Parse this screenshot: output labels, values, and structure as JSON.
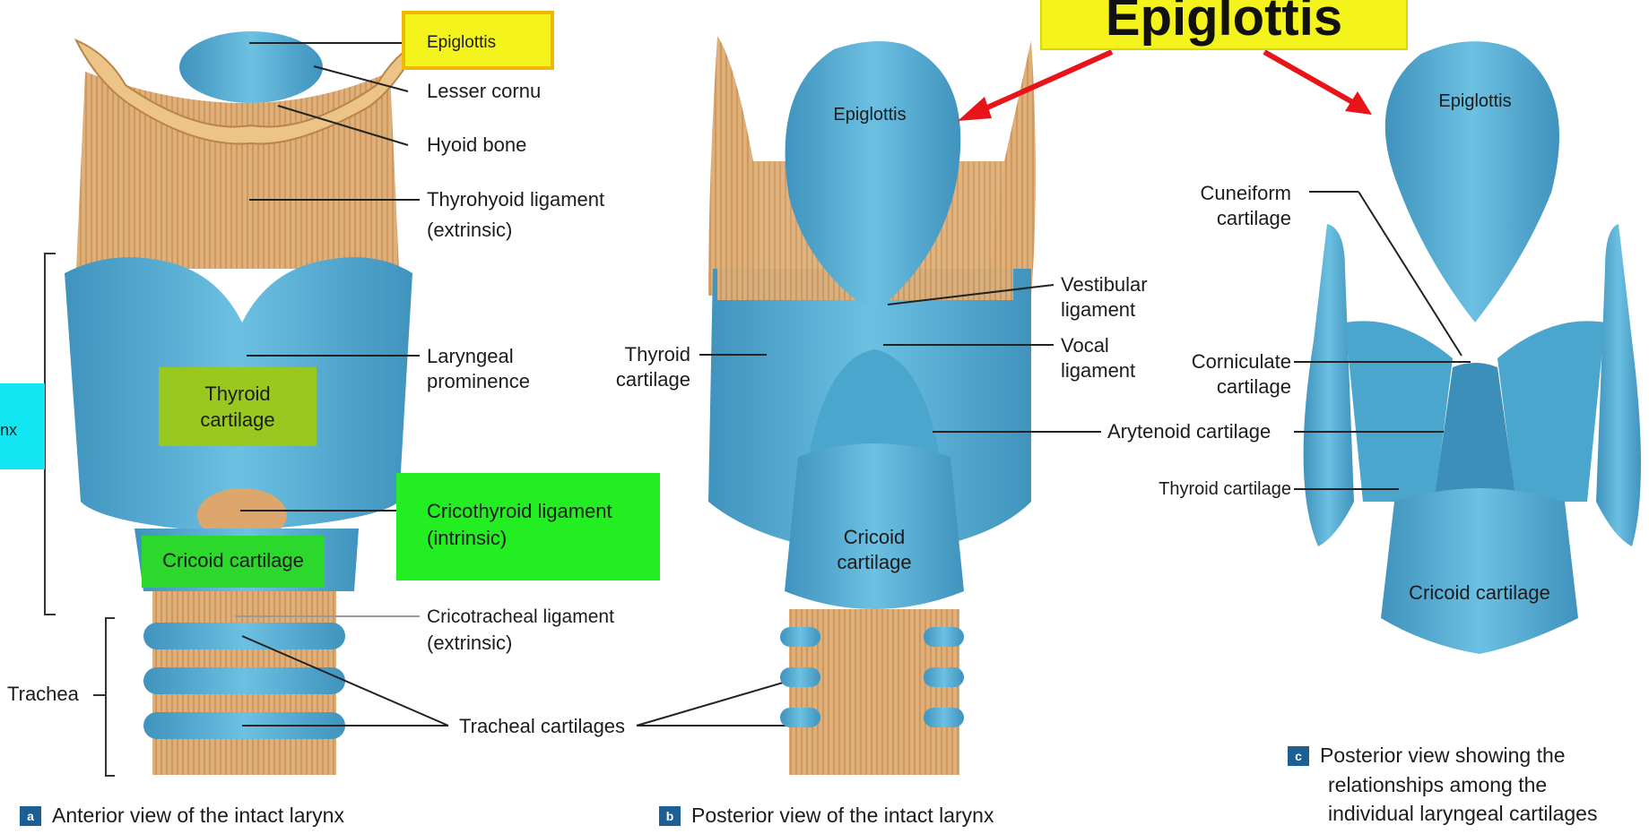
{
  "title": "Epiglottis",
  "panels": [
    {
      "letter": "a",
      "caption": "Anterior view of the intact larynx"
    },
    {
      "letter": "b",
      "caption": "Posterior view of the intact larynx"
    },
    {
      "letter": "c",
      "caption_lines": [
        "Posterior view showing the",
        "relationships among the",
        "individual laryngeal cartilages"
      ]
    }
  ],
  "labels_a": {
    "epiglottis": "Epiglottis",
    "lesser_cornu": "Lesser cornu",
    "hyoid_bone": "Hyoid bone",
    "thyrohyoid_1": "Thyrohyoid ligament",
    "thyrohyoid_2": "(extrinsic)",
    "laryngeal_1": "Laryngeal",
    "laryngeal_2": "prominence",
    "thyroid_1": "Thyroid",
    "thyroid_2": "cartilage",
    "cricothyroid_1": "Cricothyroid ligament",
    "cricothyroid_2": "(intrinsic)",
    "cricoid": "Cricoid cartilage",
    "cricotracheal_1": "Cricotracheal ligament",
    "cricotracheal_2": "(extrinsic)",
    "larynx_partial": "nx",
    "trachea": "Trachea",
    "tracheal_cartilages": "Tracheal cartilages"
  },
  "labels_b": {
    "epiglottis": "Epiglottis",
    "thyroid_1": "Thyroid",
    "thyroid_2": "cartilage",
    "vestibular_1": "Vestibular",
    "vestibular_2": "ligament",
    "vocal_1": "Vocal",
    "vocal_2": "ligament",
    "arytenoid": "Arytenoid cartilage",
    "cricoid_1": "Cricoid",
    "cricoid_2": "cartilage"
  },
  "labels_c": {
    "epiglottis": "Epiglottis",
    "cuneiform_1": "Cuneiform",
    "cuneiform_2": "cartilage",
    "corniculate_1": "Corniculate",
    "corniculate_2": "cartilage",
    "thyroid": "Thyroid cartilage",
    "cricoid": "Cricoid cartilage"
  },
  "colors": {
    "cartilage_blue": "#5eb3d6",
    "ligament_tan": "#dca66c",
    "highlight_yellow": "#f4f41c",
    "highlight_green": "#22ee22",
    "highlight_olive": "#9cc816",
    "highlight_cyan": "#12e6f2",
    "arrow_red": "#e8141a"
  }
}
